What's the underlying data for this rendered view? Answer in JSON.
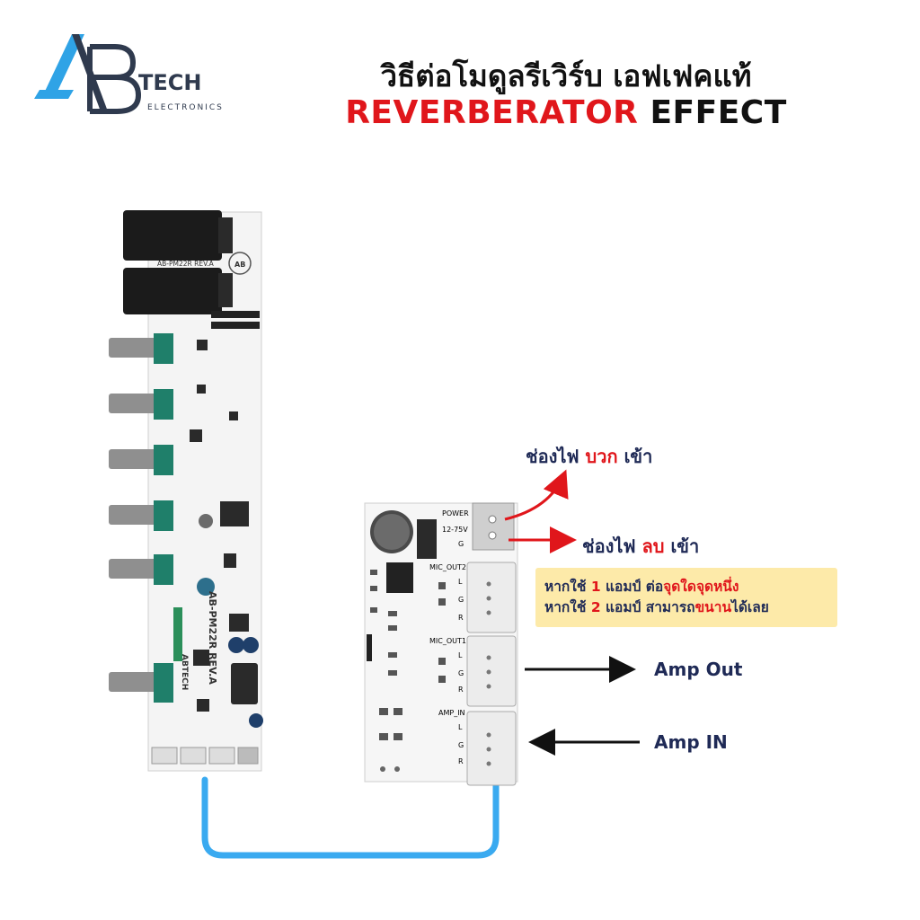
{
  "brand": {
    "logo_tech": "TECH",
    "logo_electronics": "ELECTRONICS"
  },
  "title": {
    "thai": "วิธีต่อโมดูลรีเวิร์บ เอฟเฟคแท้",
    "english_red": "REVERBERATOR",
    "english_dark": "EFFECT"
  },
  "labels": {
    "positive": {
      "prefix": "ช่องไฟ",
      "word": "บวก",
      "suffix": "เข้า"
    },
    "negative": {
      "prefix": "ช่องไฟ",
      "word": "ลบ",
      "suffix": "เข้า"
    },
    "amp_out": "Amp Out",
    "amp_in": "Amp IN"
  },
  "note": {
    "line1": {
      "a": "หากใช้",
      "num": "1",
      "b": "แอมป์ ต่อ",
      "red": "จุดใดจุดหนึ่ง"
    },
    "line2": {
      "a": "หากใช้",
      "num": "2",
      "b": "แอมป์ สามารถ",
      "red": "ขนาน",
      "c": "ได้เลย"
    }
  },
  "board_left": {
    "model": "AB-PM22R REV.A",
    "brand_mark": "ABTECH"
  },
  "board_right": {
    "power": "POWER",
    "voltage": "12-75V",
    "ground": "G",
    "mic_out2": "MIC_OUT2",
    "mic_out1": "MIC_OUT1",
    "amp_in": "AMP_IN",
    "pin_l": "L",
    "pin_g": "G",
    "pin_r": "R"
  },
  "colors": {
    "accent_red": "#e0161b",
    "navy": "#1f2a56",
    "cable_blue": "#3aaaf0",
    "note_bg": "#fdeaa9",
    "logo_blue": "#2fa3e6"
  }
}
